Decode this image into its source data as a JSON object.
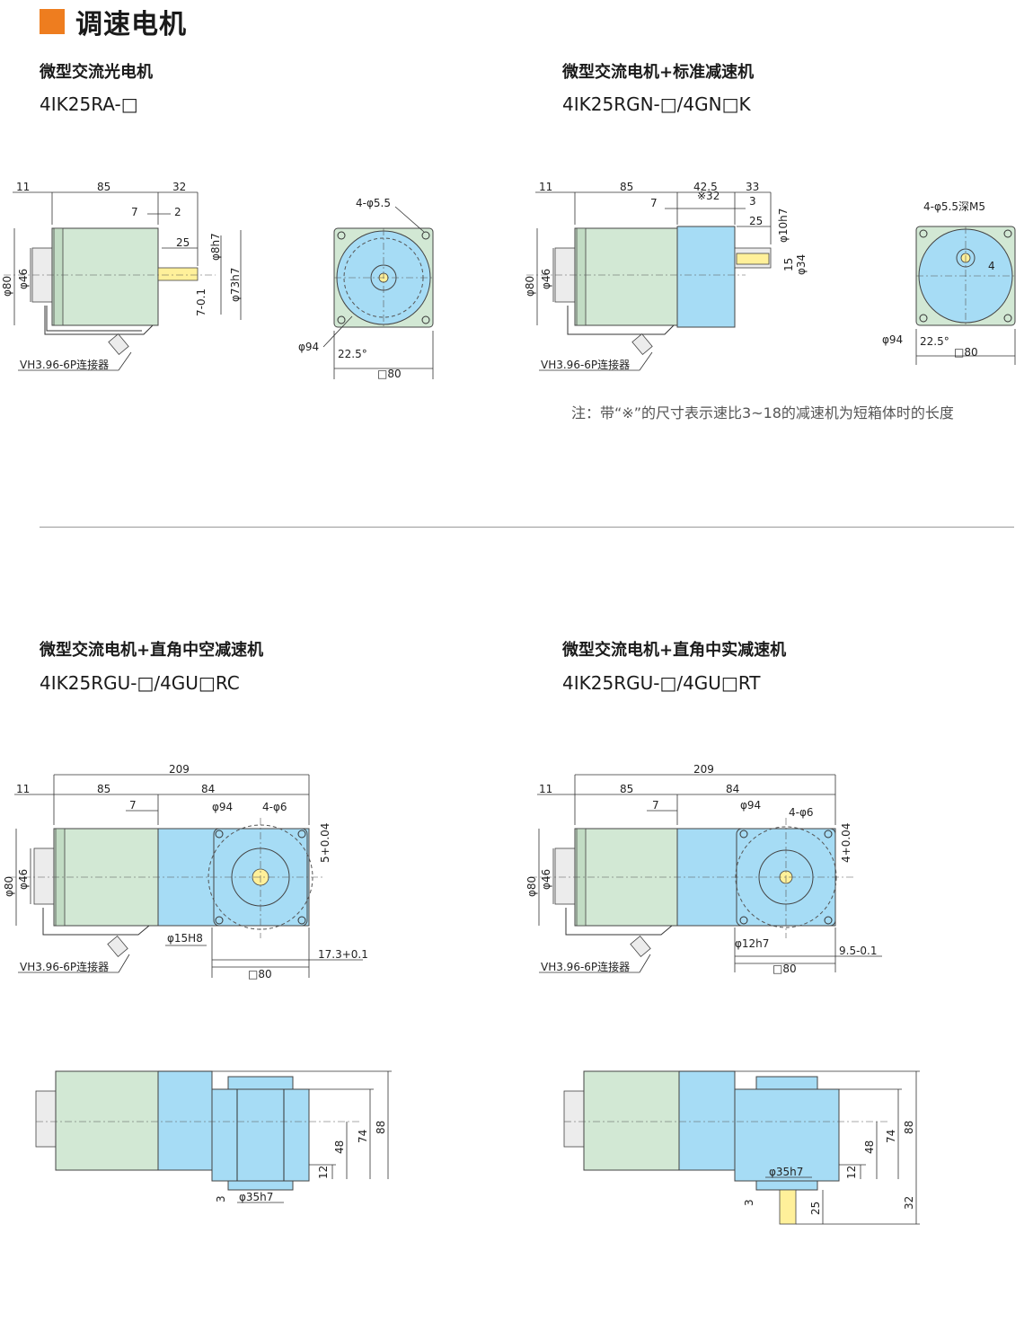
{
  "header": {
    "title": "调速电机"
  },
  "sections": [
    {
      "name": "微型交流光电机",
      "model": "4IK25RA-□"
    },
    {
      "name": "微型交流电机+标准减速机",
      "model": "4IK25RGN-□/4GN□K"
    },
    {
      "name": "微型交流电机+直角中空减速机",
      "model": "4IK25RGU-□/4GU□RC"
    },
    {
      "name": "微型交流电机+直角中实减速机",
      "model": "4IK25RGU-□/4GU□RT"
    }
  ],
  "note": "注：带“※”的尺寸表示速比3~18的减速机为短箱体时的长度",
  "connector_label": "VH3.96-6P连接器",
  "dims": {
    "d11": "11",
    "d85": "85",
    "d32": "32",
    "d7": "7",
    "d2": "2",
    "d25": "25",
    "d8h7": "φ8h7",
    "d73h7": "φ73h7",
    "d80": "φ80",
    "d46": "φ46",
    "tol7": "7-0.1",
    "hole4_55": "4-φ5.5",
    "d94": "φ94",
    "a225": "22.5°",
    "sq80": "□80",
    "d425": "42.5",
    "d425b": "※32",
    "d33": "33",
    "d3": "3",
    "d10h7": "φ10h7",
    "d15": "15",
    "d34": "φ34",
    "m5": "4-φ5.5深M5",
    "d4": "4",
    "d209": "209",
    "d84": "84",
    "hole4_6": "4-φ6",
    "tol5": "5+0.04",
    "tol4": "4+0.04",
    "d15h8": "φ15H8",
    "d173": "17.3+0.1",
    "d12h7": "φ12h7",
    "d95": "9.5-0.1",
    "h88": "88",
    "h74": "74",
    "h48": "48",
    "h12": "12",
    "h3": "3",
    "d35h7": "φ35h7",
    "h25": "25",
    "h32": "32"
  }
}
